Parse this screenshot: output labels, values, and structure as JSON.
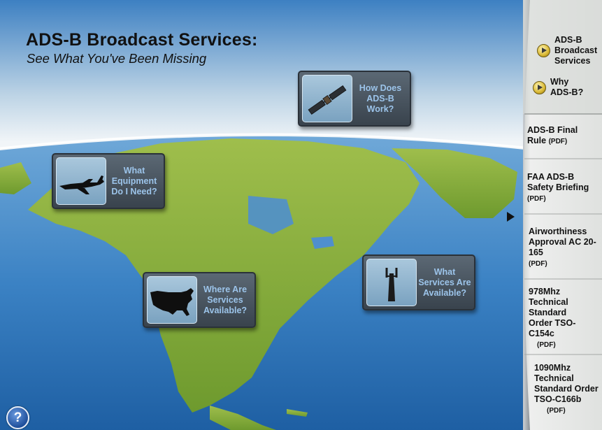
{
  "header": {
    "title": "ADS-B Broadcast Services:",
    "subtitle": "See What You've Been Missing"
  },
  "cards": {
    "how_work": {
      "label": "How Does ADS-B Work?",
      "icon": "satellite-icon"
    },
    "equipment": {
      "label": "What Equipment Do I Need?",
      "icon": "jet-icon"
    },
    "where_available": {
      "label": "Where Are Services Available?",
      "icon": "usa-map-icon"
    },
    "services_available": {
      "label": "What Services Are Available?",
      "icon": "radio-tower-icon"
    }
  },
  "sidebar": {
    "nav": [
      {
        "label": "ADS-B Broadcast Services",
        "icon": "play-icon"
      },
      {
        "label": "Why ADS-B?",
        "icon": "play-icon"
      }
    ],
    "docs": [
      {
        "label": "ADS-B Final Rule",
        "tag": "(PDF)"
      },
      {
        "label": "FAA ADS-B Safety Briefing",
        "tag": "(PDF)"
      },
      {
        "label": "Airworthiness Approval AC 20-165",
        "tag": "(PDF)"
      },
      {
        "label": "978Mhz Technical Standard Order TSO-C154c",
        "tag": "(PDF)"
      },
      {
        "label": "1090Mhz Technical Standard Order TSO-C166b",
        "tag": "(PDF)"
      }
    ]
  },
  "help": {
    "label": "?",
    "icon": "help-icon"
  },
  "colors": {
    "ocean": "#3f86c6",
    "land": "#8fae3c",
    "card_text": "#9cc4ea",
    "panel": "#e9ebea"
  }
}
